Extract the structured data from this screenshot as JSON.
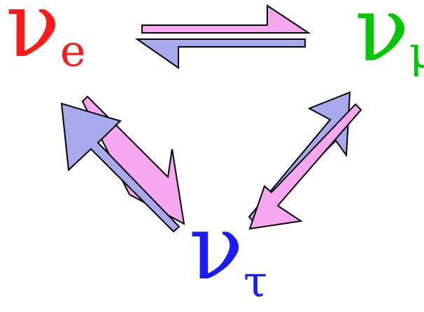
{
  "nodes": {
    "electron": {
      "base": "ν",
      "subscript": "e",
      "color": "#ff1a1a"
    },
    "muon": {
      "base": "ν",
      "subscript": "μ",
      "color": "#00c800"
    },
    "tau": {
      "base": "ν",
      "subscript": "τ",
      "color": "#1a1aff"
    }
  },
  "arrow_colors": {
    "pink": "#f7a6f0",
    "blue": "#a9a9ee"
  }
}
